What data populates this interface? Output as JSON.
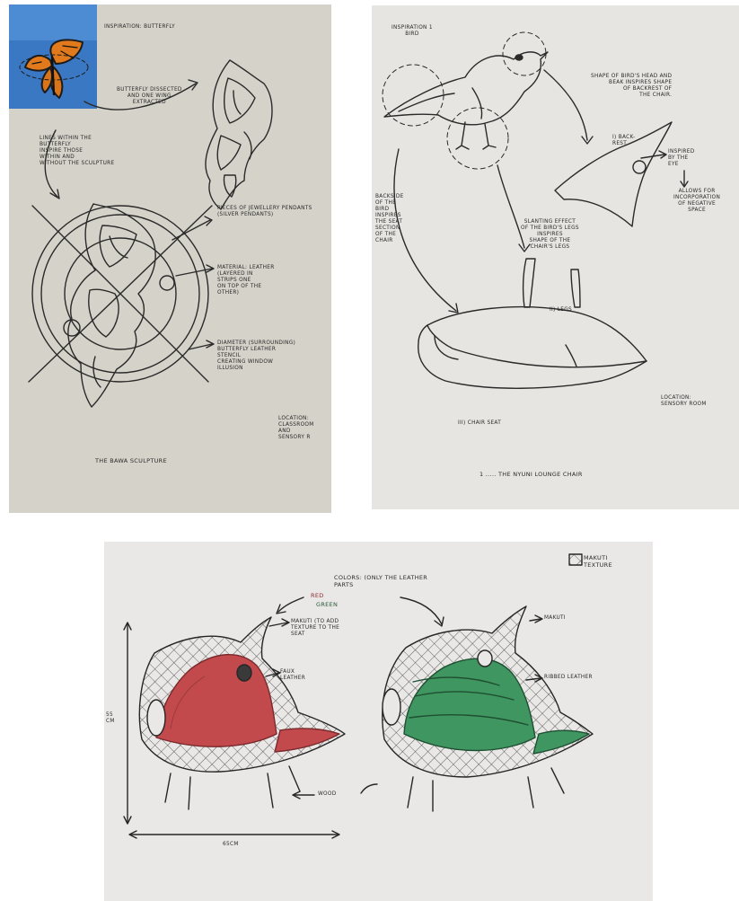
{
  "photo_1": {
    "header": "INSPIRATION: BUTTERFLY",
    "note_dissected": "BUTTERFLY DISSECTED\nAND ONE WING\nEXTRACTED",
    "note_lines": "LINES WITHIN THE\nBUTTERFLY\nINSPIRE THOSE\nWITHIN AND\nWITHOUT THE SCULPTURE",
    "note_pendants": "PIECES OF JEWELLERY PENDANTS\n(SILVER PENDANTS)",
    "note_material": "MATERIAL: LEATHER\n(LAYERED IN\nSTRIPS ONE\nON TOP OF THE\nOTHER)",
    "note_diameter": "DIAMETER (SURROUNDING)\nBUTTERFLY LEATHER\nSTENCIL\nCREATING WINDOW\nILLUSION",
    "location": "LOCATION:\nCLASSROOM\nAND\nSENSORY R",
    "caption": "THE BAWA SCULPTURE",
    "colors": {
      "paper": "#d5d2c9",
      "ink": "#2a2a2a",
      "photo_sky": "#3b78c4",
      "wing_orange": "#e07a1c"
    },
    "icons": [
      "butterfly-photo",
      "wing-sketch",
      "sculpture-sketch"
    ]
  },
  "photo_2": {
    "header": "INSPIRATION 1\nBIRD",
    "note_head": "SHAPE OF BIRD'S HEAD AND\nBEAK INSPIRES SHAPE\nOF BACKREST OF\nTHE CHAIR.",
    "label_backrest": "I) BACK-\nREST",
    "note_eye": "INSPIRED\nBY THE\nEYE",
    "note_negative": "ALLOWS FOR\nINCORPORATION\nOF NEGATIVE\nSPACE",
    "note_backside": "BACKSIDE\nOF THE\nBIRD\nINSPIRES\nTHE SEAT\nSECTION\nOF THE\nCHAIR",
    "note_legs": "SLANTING EFFECT\nOF THE BIRD'S LEGS\nINSPIRES\nSHAPE OF THE\nCHAIR'S LEGS",
    "label_legs": "II) LEGS",
    "label_seat": "III) CHAIR SEAT",
    "location": "LOCATION:\nSENSORY ROOM",
    "caption": "1 ..... THE NYUNI LOUNGE CHAIR",
    "colors": {
      "paper": "#e6e5e2",
      "ink": "#2a2a2a"
    },
    "icons": [
      "bird-sketch",
      "backrest-sketch",
      "legs-sketch",
      "seat-sketch"
    ]
  },
  "photo_3": {
    "legend": "MAKUTI\nTEXTURE",
    "note_colors": "COLORS: (ONLY THE LEATHER\nPARTS",
    "color_red": "RED",
    "color_green": "GREEN",
    "note_makuti_left": "MAKUTI (TO ADD\nTEXTURE TO THE\nSEAT",
    "note_faux": "FAUX\nLEATHER",
    "note_makuti_right": "MAKUTI",
    "note_ribbed": "RIBBED LEATHER",
    "note_wood": "WOOD",
    "dim_height": "55\nCM",
    "dim_width": "65CM",
    "colors": {
      "paper": "#e9e8e6",
      "ink": "#262626",
      "leather_red": "#c24a4d",
      "leather_green": "#3f9660"
    },
    "icons": [
      "chair-red-sketch",
      "chair-green-sketch",
      "makuti-legend-icon"
    ]
  }
}
